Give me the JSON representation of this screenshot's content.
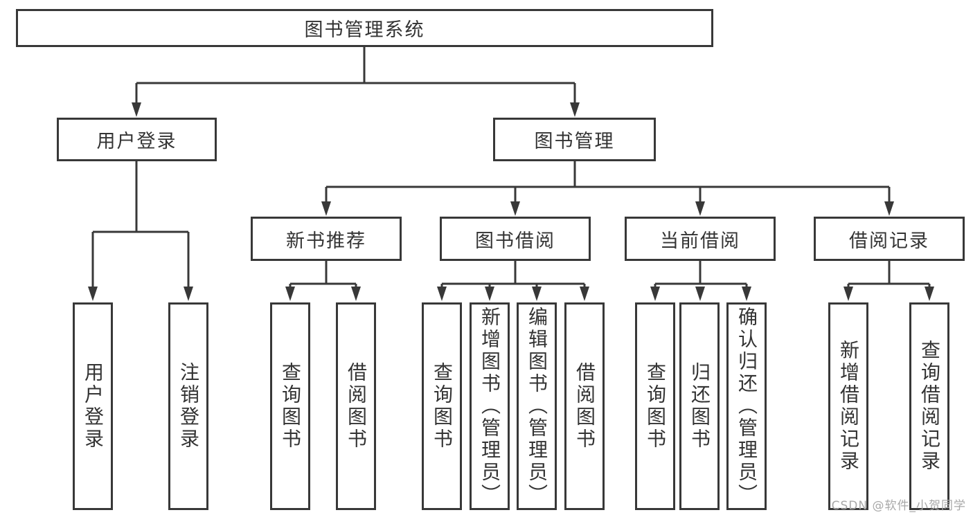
{
  "colors": {
    "line": "#383838",
    "box_border": "#383838",
    "text": "#333333",
    "watermark": "#a8a8a8",
    "background": "#ffffff"
  },
  "tree": {
    "root": {
      "label": "图书管理系统"
    },
    "branches": [
      {
        "label": "用户登录",
        "children": [
          {
            "label": "用户登录"
          },
          {
            "label": "注销登录"
          }
        ]
      },
      {
        "label": "图书管理",
        "children": [
          {
            "label": "新书推荐",
            "children": [
              {
                "label": "查询图书"
              },
              {
                "label": "借阅图书"
              }
            ]
          },
          {
            "label": "图书借阅",
            "children": [
              {
                "label": "查询图书"
              },
              {
                "label": "新增图书（管理员）"
              },
              {
                "label": "编辑图书（管理员）"
              },
              {
                "label": "借阅图书"
              }
            ]
          },
          {
            "label": "当前借阅",
            "children": [
              {
                "label": "查询图书"
              },
              {
                "label": "归还图书"
              },
              {
                "label": "确认归还（管理员）"
              }
            ]
          },
          {
            "label": "借阅记录",
            "children": [
              {
                "label": "新增借阅记录"
              },
              {
                "label": "查询借阅记录"
              }
            ]
          }
        ]
      }
    ]
  },
  "watermark": {
    "text": "CSDN @软件_小贺同学"
  }
}
